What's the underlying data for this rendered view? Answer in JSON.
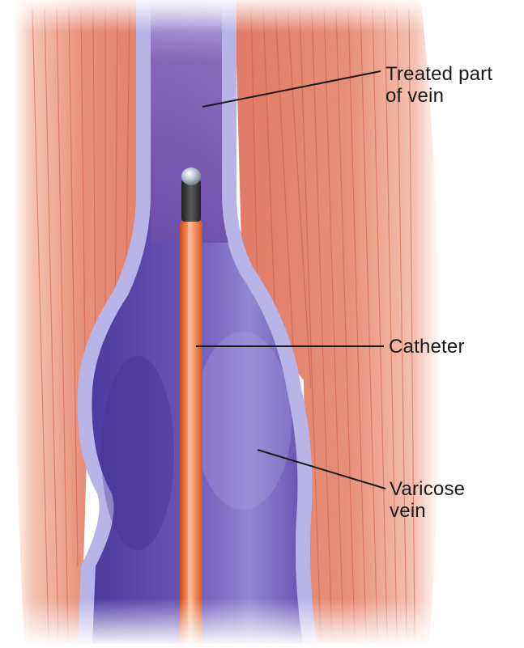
{
  "labels": {
    "treated": [
      "Treated part",
      "of vein"
    ],
    "catheter": "Catheter",
    "varicose": [
      "Varicose",
      "vein"
    ]
  },
  "colors": {
    "muscle": "#e6907a",
    "muscle_fiber": "#c85a48",
    "vein_wall": "#b9b4e8",
    "vein_interior": "#5a45a8",
    "catheter": "#e8662a",
    "catheter_highlight": "#f7a878",
    "catheter_tip": "#3a3a3a",
    "leader_line": "#1a1a1a"
  },
  "icons": {
    "catheter_tip": "electrode-tip-icon"
  }
}
